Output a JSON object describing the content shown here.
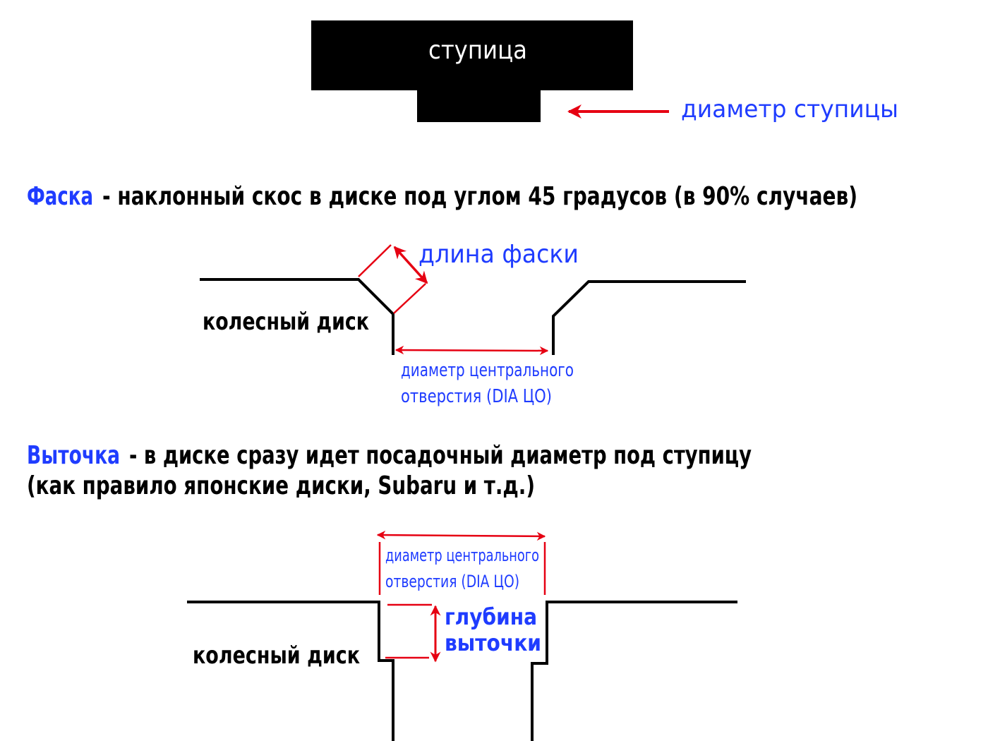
{
  "colors": {
    "blue": "#1f3cff",
    "red": "#e60012",
    "black": "#000000"
  },
  "hub": {
    "label": "ступица",
    "diameter_label": "диаметр ступицы"
  },
  "chamfer_section": {
    "term": "Фаска",
    "definition": "- наклонный скос в диске под углом 45 градусов (в 90% случаев)",
    "length_label": "длина фаски",
    "wheel_label": "колесный диск",
    "bore_label_line1": "диаметр центрального",
    "bore_label_line2": "отверстия (DIA ЦО)"
  },
  "recess_section": {
    "term": "Выточка",
    "definition_line1": "- в диске сразу идет посадочный диаметр под ступицу",
    "definition_line2": "(как правило японские диски, Subaru и т.д.)",
    "bore_label_line1": "диаметр центрального",
    "bore_label_line2": "отверстия (DIA ЦО)",
    "depth_label_line1": "глубина",
    "depth_label_line2": "выточки",
    "wheel_label": "колесный диск"
  }
}
